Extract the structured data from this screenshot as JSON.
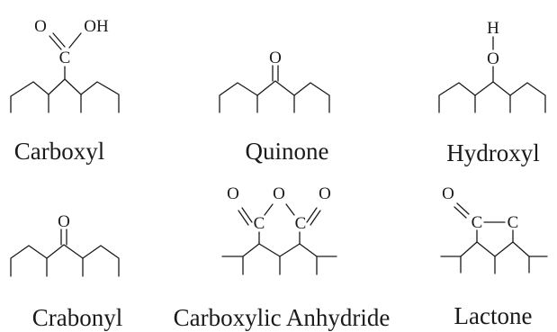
{
  "structures": [
    {
      "caption": "Carboxyl",
      "atoms": {
        "o1": "O",
        "oh": "OH",
        "c": "C"
      }
    },
    {
      "caption": "Quinone",
      "atoms": {
        "o": "O"
      }
    },
    {
      "caption": "Hydroxyl",
      "atoms": {
        "h": "H",
        "o": "O"
      }
    },
    {
      "caption": "Crabonyl",
      "atoms": {
        "o": "O"
      }
    },
    {
      "caption": "Carboxylic Anhydride",
      "atoms": {
        "o_left": "O",
        "o_ring": "O",
        "o_right": "O",
        "c_left": "C",
        "c_right": "C"
      }
    },
    {
      "caption": "Lactone",
      "atoms": {
        "o": "O",
        "c_left": "C",
        "c_right": "C"
      }
    }
  ]
}
